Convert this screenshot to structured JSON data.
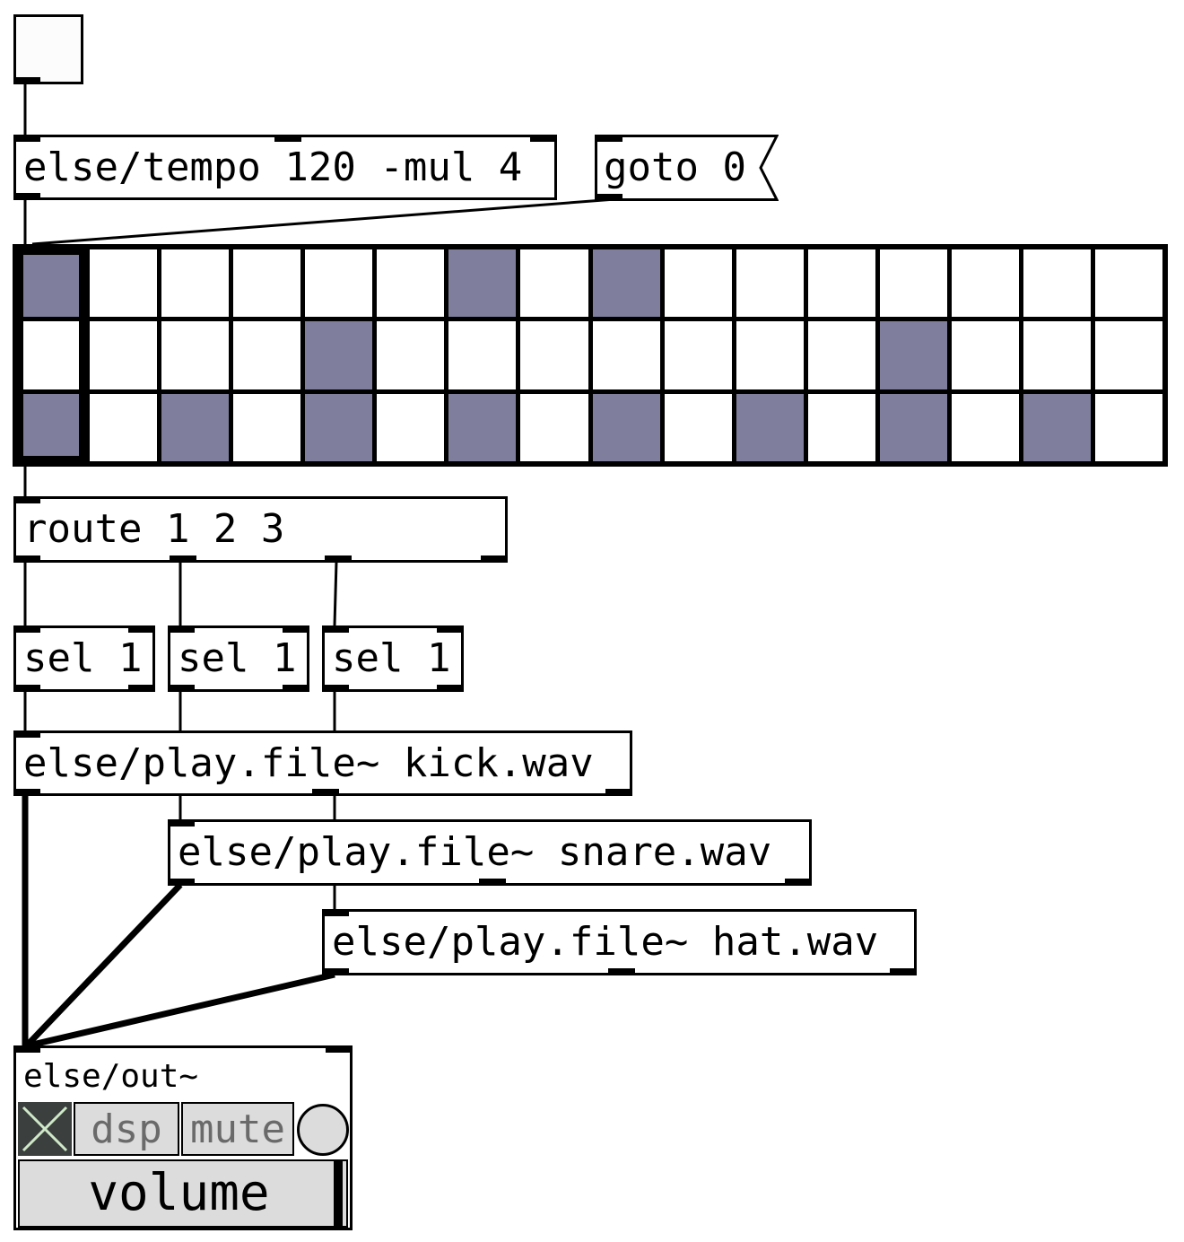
{
  "objects": {
    "tempo": "else/tempo 120 -mul 4",
    "goto_msg": "goto 0",
    "route": "route 1 2 3",
    "sel1": "sel 1",
    "sel2": "sel 1",
    "sel3": "sel 1",
    "play_kick": "else/play.file~ kick.wav",
    "play_snare": "else/play.file~ snare.wav",
    "play_hat": "else/play.file~ hat.wav",
    "out": "else/out~"
  },
  "sequencer": {
    "rows": 3,
    "columns": 16,
    "current_step": 1,
    "active_steps": {
      "row1": [
        1,
        7,
        9
      ],
      "row2": [
        5,
        13
      ],
      "row3": [
        1,
        3,
        5,
        7,
        9,
        11,
        13,
        15
      ]
    }
  },
  "out_panel": {
    "dsp_label": "dsp",
    "mute_label": "mute",
    "volume_label": "volume"
  },
  "colors": {
    "active_cell": "#7f7f9d",
    "panel_gray": "#dcdcdc",
    "close_button": "#3b3f3e",
    "close_cross": "#cfe8c8"
  },
  "icons": {
    "close": "x-icon",
    "indicator": "circle-icon"
  }
}
